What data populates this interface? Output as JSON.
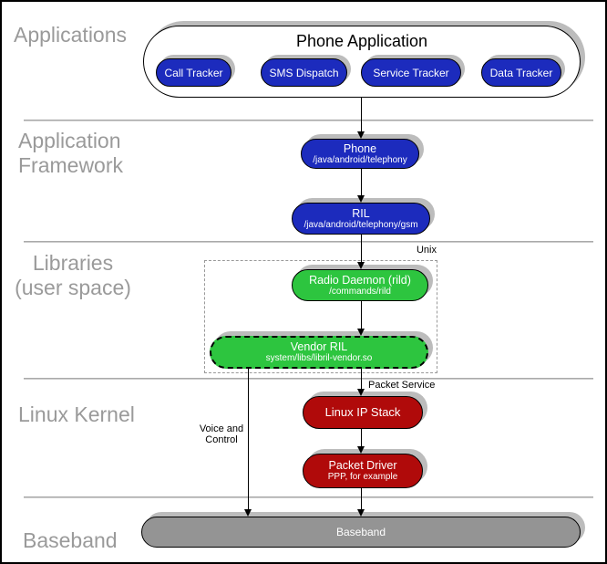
{
  "diagram": {
    "layers": [
      {
        "id": "applications",
        "label": "Applications"
      },
      {
        "id": "application-framework",
        "label": "Application\nFramework"
      },
      {
        "id": "libraries",
        "label": "Libraries\n(user space)"
      },
      {
        "id": "linux-kernel",
        "label": "Linux Kernel"
      },
      {
        "id": "baseband",
        "label": "Baseband"
      }
    ],
    "applications": {
      "title": "Phone Application",
      "pills": [
        {
          "label": "Call Tracker"
        },
        {
          "label": "SMS Dispatch"
        },
        {
          "label": "Service Tracker"
        },
        {
          "label": "Data Tracker"
        }
      ]
    },
    "framework": {
      "phone": {
        "title": "Phone",
        "subtitle": "/java/android/telephony"
      },
      "ril": {
        "title": "RIL",
        "subtitle": "/java/android/telephony/gsm"
      }
    },
    "libraries": {
      "unix_label": "Unix",
      "radio_daemon": {
        "title": "Radio Daemon (rild)",
        "subtitle": "/commands/rild"
      },
      "vendor_ril": {
        "title": "Vendor RIL",
        "subtitle": "system/libs/libril-vendor.so"
      }
    },
    "kernel": {
      "packet_service_label": "Packet Service",
      "voice_control_label": "Voice and\nControl",
      "ip_stack": {
        "title": "Linux IP Stack"
      },
      "packet_driver": {
        "title": "Packet Driver",
        "subtitle": "PPP, for example"
      }
    },
    "baseband": {
      "label": "Baseband"
    },
    "colors": {
      "app_blue": "#1c2bbd",
      "lib_green": "#2dc53f",
      "kernel_red": "#b00a0a",
      "baseband_gray": "#949494",
      "shadow_gray": "#bcbcbc",
      "label_gray": "#9a9a9a"
    }
  }
}
